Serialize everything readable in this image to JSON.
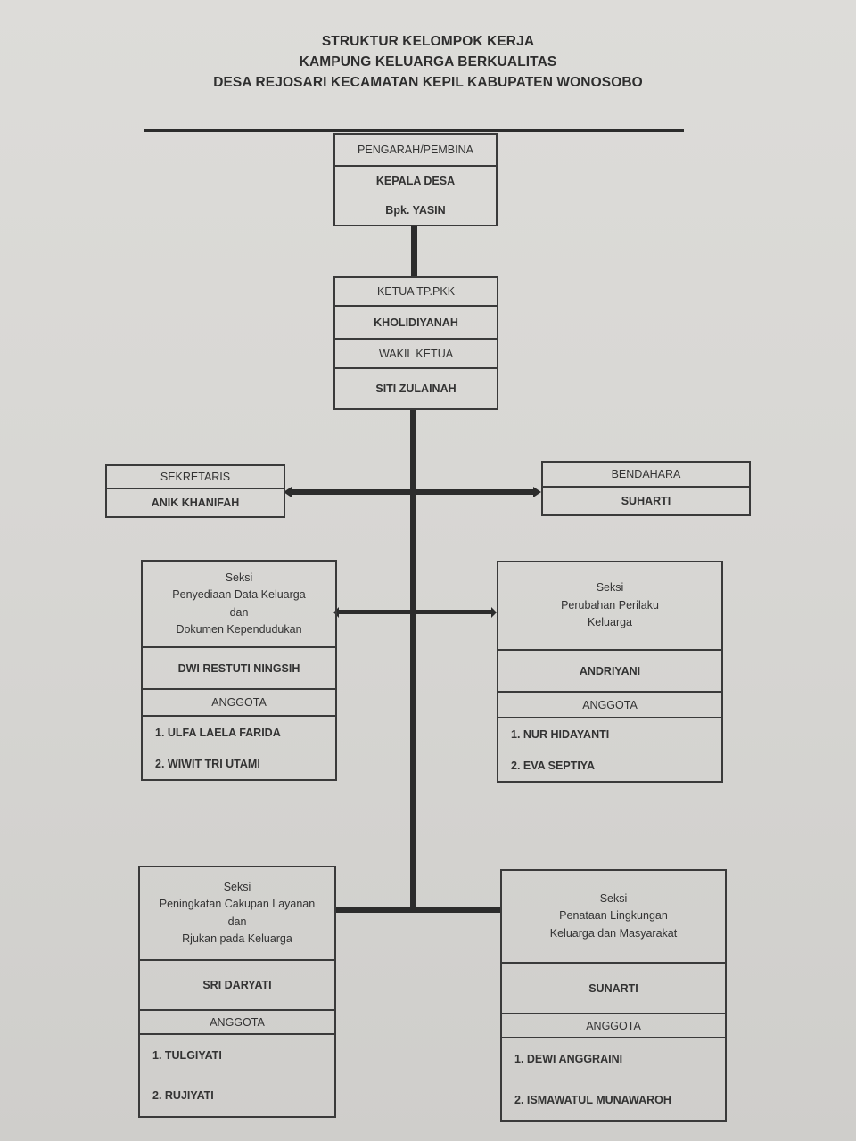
{
  "title": {
    "line1": "STRUKTUR KELOMPOK KERJA",
    "line2": "KAMPUNG KELUARGA BERKUALITAS",
    "line3": "DESA REJOSARI KECAMATAN KEPIL KABUPATEN WONOSOBO"
  },
  "pengarah": {
    "role": "PENGARAH/PEMBINA",
    "position": "KEPALA DESA",
    "name": "Bpk. YASIN"
  },
  "ketua": {
    "role": "KETUA TP.PKK",
    "name": "KHOLIDIYANAH",
    "deputy_role": "WAKIL KETUA",
    "deputy_name": "SITI ZULAINAH"
  },
  "sekretaris": {
    "role": "SEKRETARIS",
    "name": "ANIK KHANIFAH"
  },
  "bendahara": {
    "role": "BENDAHARA",
    "name": "SUHARTI"
  },
  "sections": [
    {
      "title_lines": [
        "Seksi",
        "Penyediaan Data Keluarga",
        "dan",
        "Dokumen  Kependudukan"
      ],
      "head": "DWI RESTUTI NINGSIH",
      "members_label": "ANGGOTA",
      "members": [
        "1.  ULFA LAELA FARIDA",
        "2.  WIWIT TRI UTAMI"
      ]
    },
    {
      "title_lines": [
        "Seksi",
        "Perubahan Perilaku",
        "Keluarga"
      ],
      "head": "ANDRIYANI",
      "members_label": "ANGGOTA",
      "members": [
        "1.  NUR HIDAYANTI",
        "2.  EVA SEPTIYA"
      ]
    },
    {
      "title_lines": [
        "Seksi",
        "Peningkatan Cakupan Layanan",
        "dan",
        "Rjukan pada Keluarga"
      ],
      "head": "SRI DARYATI",
      "members_label": "ANGGOTA",
      "members": [
        "1.  TULGIYATI",
        "2.  RUJIYATI"
      ]
    },
    {
      "title_lines": [
        "Seksi",
        "Penataan Lingkungan",
        "Keluarga dan Masyarakat"
      ],
      "head": "SUNARTI",
      "members_label": "ANGGOTA",
      "members": [
        "1.  DEWI ANGGRAINI",
        "2.  ISMAWATUL MUNAWAROH"
      ]
    }
  ]
}
